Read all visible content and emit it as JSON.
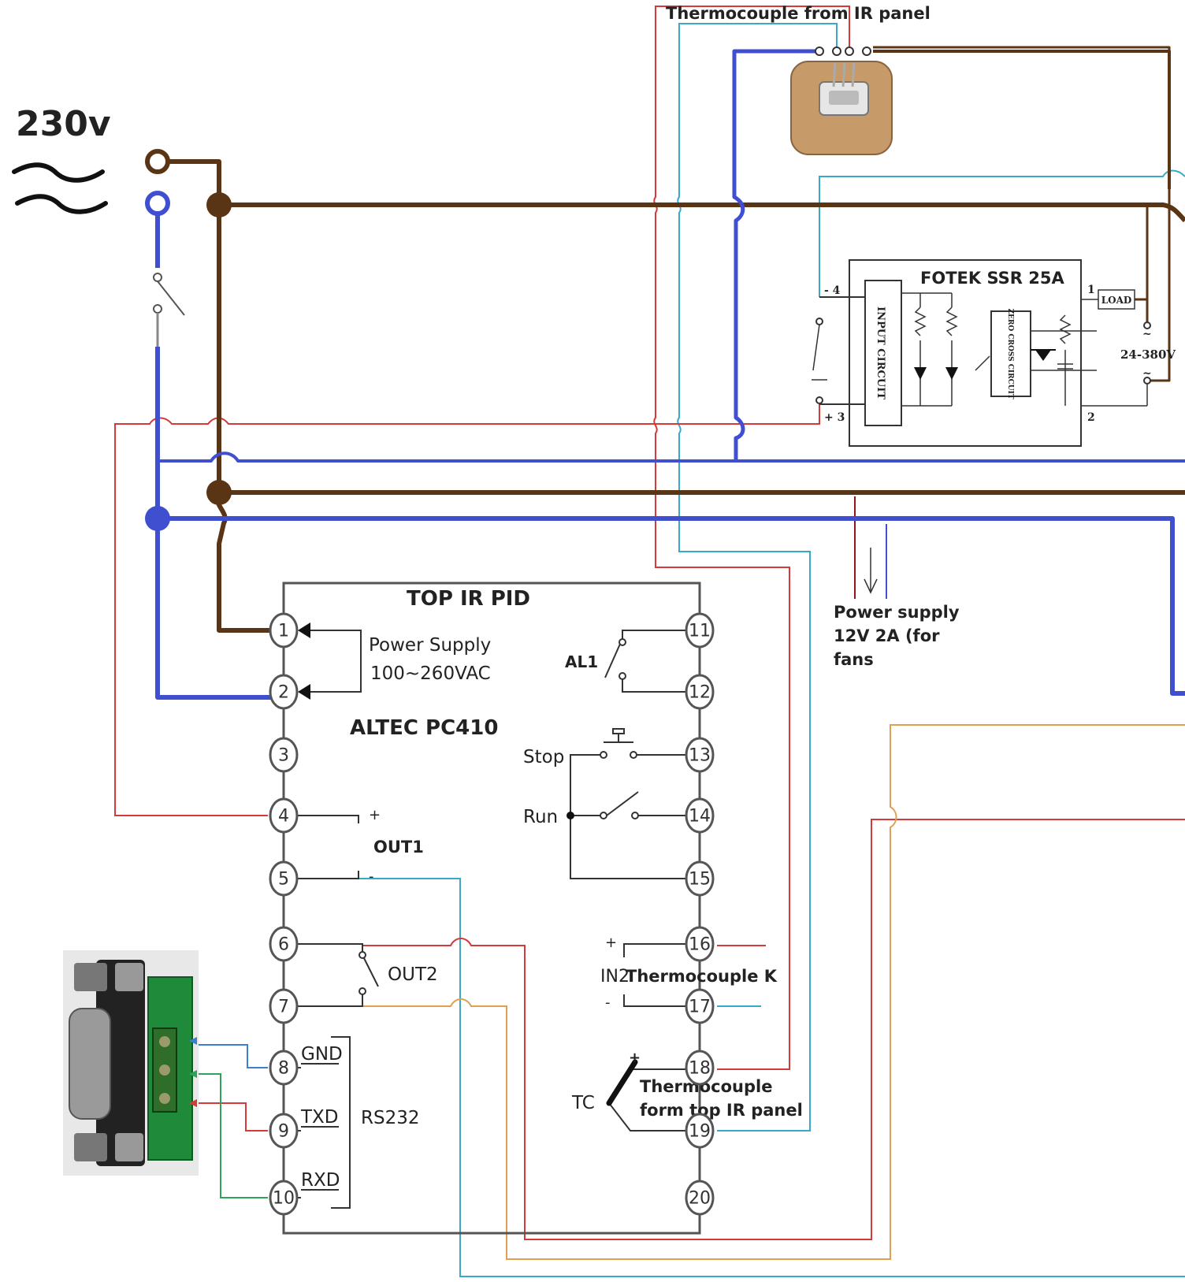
{
  "mains": {
    "voltage_label": "230v",
    "wave_symbol": "≈"
  },
  "thermocouple_ir": {
    "label": "Thermocouple from IR panel"
  },
  "ssr": {
    "title": "FOTEK SSR 25A",
    "input_circuit": "INPUT CIRCUIT",
    "zero_cross": "ZERO CROSS CIRCUIT",
    "load": "LOAD",
    "voltage_range": "24-380V",
    "pin_minus4": "- 4",
    "pin_plus3": "+ 3",
    "pin_1": "1",
    "pin_2": "2",
    "pin_ac1": "~",
    "pin_ac2": "~"
  },
  "power_supply": {
    "line1": "Power supply",
    "line2": "12V 2A (for",
    "line3": "fans"
  },
  "pid": {
    "title": "TOP IR PID",
    "model": "ALTEC PC410",
    "power_supply_line1": "Power Supply",
    "power_supply_line2": "100~260VAC",
    "al1": "AL1",
    "stop": "Stop",
    "run": "Run",
    "out1": "OUT1",
    "out1_plus": "+",
    "out1_minus": "-",
    "out2": "OUT2",
    "in2": "IN2",
    "in2_plus": "+",
    "in2_minus": "-",
    "thermocouple_k": "Thermocouple K",
    "tc": "TC",
    "tc_plus": "+",
    "tc_line1": "Thermocouple",
    "tc_line2": "form top IR panel",
    "gnd": "GND",
    "txd": "TXD",
    "rxd": "RXD",
    "rs232": "RS232",
    "pins_left": [
      "1",
      "2",
      "3",
      "4",
      "5",
      "6",
      "7",
      "8",
      "9",
      "10"
    ],
    "pins_right": [
      "11",
      "12",
      "13",
      "14",
      "15",
      "16",
      "17",
      "18",
      "19",
      "20"
    ]
  },
  "colors": {
    "live": "#5a3515",
    "neutral": "#3f4fd0",
    "red_wire": "#d43a3a",
    "cyan_wire": "#3aa9c9",
    "orange_wire": "#e0a050",
    "green_wire": "#2ea35a",
    "blue_wire": "#3a7fd0"
  }
}
